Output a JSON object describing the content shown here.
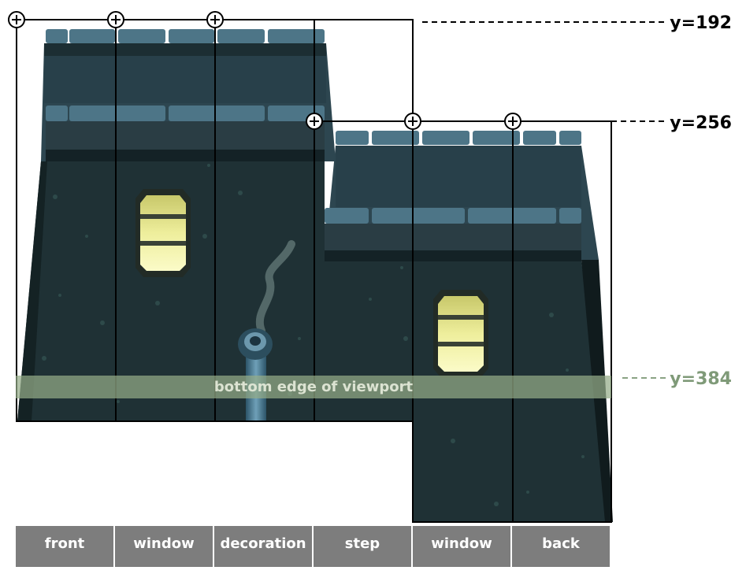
{
  "markers": {
    "y_top": "y=192",
    "y_mid": "y=256",
    "y_viewport": "y=384"
  },
  "viewport_label": "bottom edge of viewport",
  "tiles": [
    "front",
    "window",
    "decoration",
    "step",
    "window",
    "back"
  ],
  "colors": {
    "wall": "#1f3135",
    "wall_dark": "#152326",
    "roof": "#3f6070",
    "roof_highlight": "#5f8da0",
    "window_glow": "#f0ef9a",
    "viewport_band": "#94ac88",
    "tab_bg": "#7d7d7d",
    "marker_muted": "#7f9a78"
  }
}
